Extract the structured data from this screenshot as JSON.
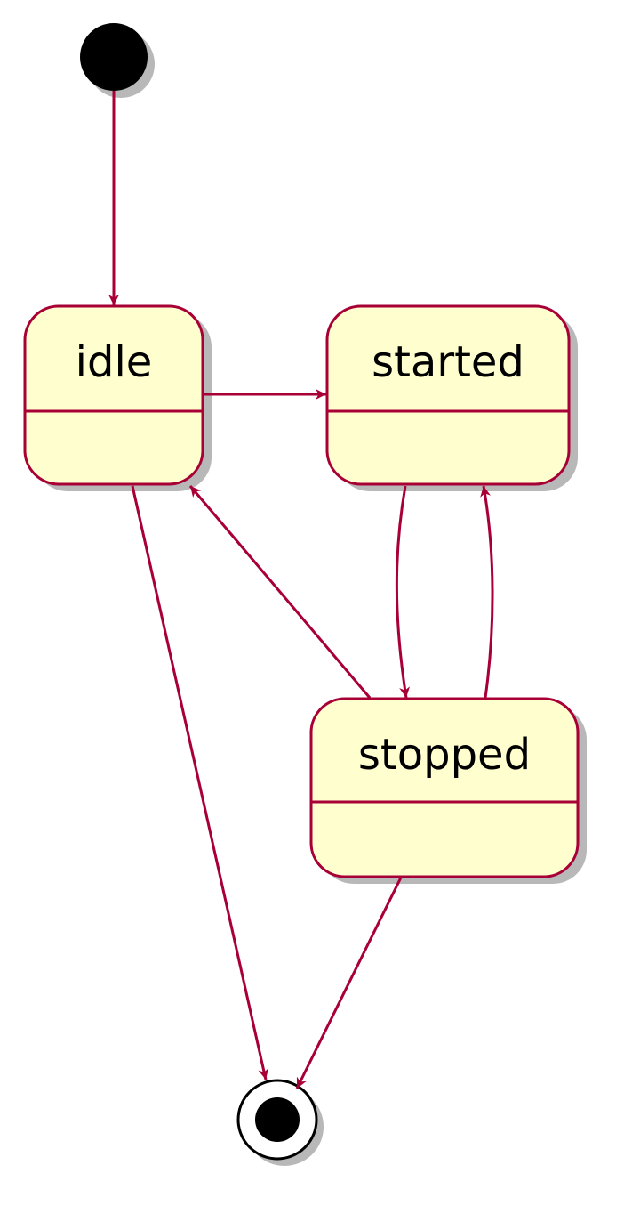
{
  "diagram": {
    "type": "state-machine",
    "states": [
      {
        "id": "idle",
        "label": "idle"
      },
      {
        "id": "started",
        "label": "started"
      },
      {
        "id": "stopped",
        "label": "stopped"
      }
    ],
    "transitions": [
      {
        "from": "initial",
        "to": "idle"
      },
      {
        "from": "idle",
        "to": "started"
      },
      {
        "from": "idle",
        "to": "final"
      },
      {
        "from": "started",
        "to": "stopped"
      },
      {
        "from": "stopped",
        "to": "started"
      },
      {
        "from": "stopped",
        "to": "idle"
      },
      {
        "from": "stopped",
        "to": "final"
      }
    ],
    "colors": {
      "state_fill": "#FEFECE",
      "state_border": "#A80036",
      "arrow": "#A80036",
      "shadow": "#b8b8b8",
      "pseudostate": "#000000"
    }
  }
}
